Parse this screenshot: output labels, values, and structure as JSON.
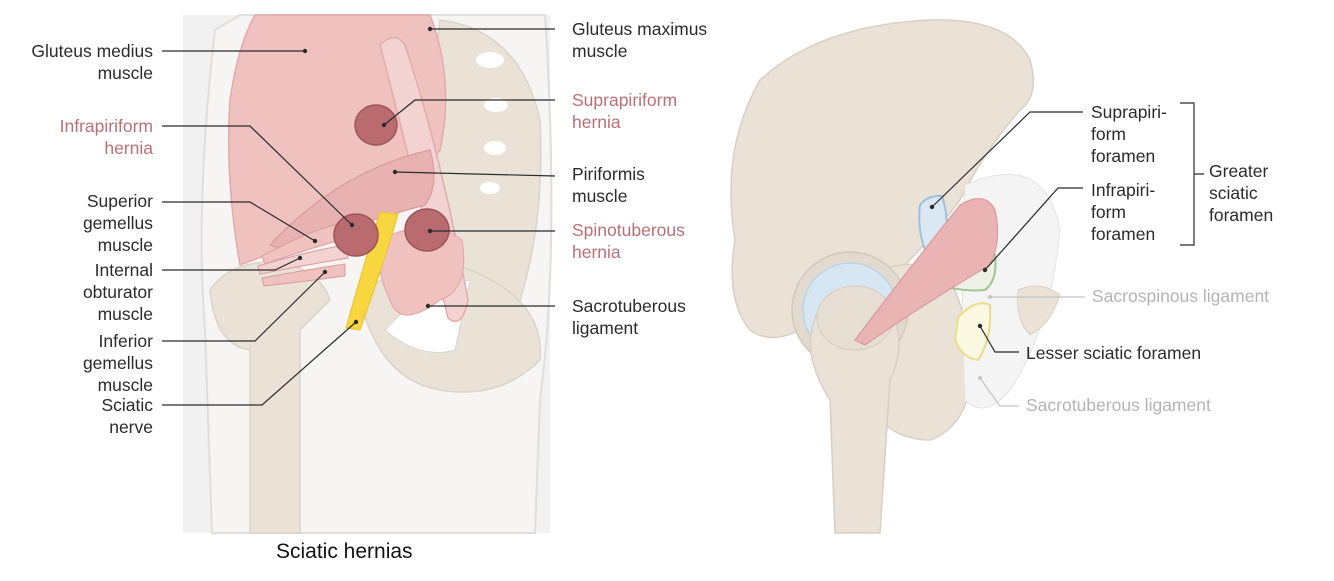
{
  "colors": {
    "bone": "#ebe2d7",
    "bone_edge": "#d8cfc3",
    "muscle": "#efc2c0",
    "muscle_dark": "#e1a4a4",
    "hernia": "#b96b70",
    "nerve": "#f8d640",
    "cartilage": "#d6e6f2",
    "label": "#2b2b2b",
    "highlight": "#b97078",
    "faded": "#b4b4b4"
  },
  "left_panel": {
    "title": "Sciatic hernias",
    "labels": {
      "gluteus_medius": "Gluteus medius\nmuscle",
      "infrapiriform_hernia": "Infrapiriform\nhernia",
      "superior_gemellus": "Superior\ngemellus\nmuscle",
      "internal_obturator": "Internal\nobturator\nmuscle",
      "inferior_gemellus": "Inferior\ngemellus\nmuscle",
      "sciatic_nerve": "Sciatic\nnerve",
      "gluteus_maximus": "Gluteus maximus\nmuscle",
      "suprapiriform_hernia": "Suprapiriform\nhernia",
      "piriformis": "Piriformis\nmuscle",
      "spinotuberous_hernia": "Spinotuberous\nhernia",
      "sacrotuberous_ligament": "Sacrotuberous\nligament"
    }
  },
  "right_panel": {
    "labels": {
      "suprapiriform_foramen": "Suprapiri-\nform\nforamen",
      "infrapiriform_foramen": "Infrapiri-\nform\nforamen",
      "greater_sciatic_foramen": "Greater\nsciatic\nforamen",
      "sacrospinous_ligament": "Sacrospinous ligament",
      "lesser_sciatic_foramen": "Lesser sciatic foramen",
      "sacrotuberous_ligament": "Sacrotuberous ligament"
    }
  }
}
